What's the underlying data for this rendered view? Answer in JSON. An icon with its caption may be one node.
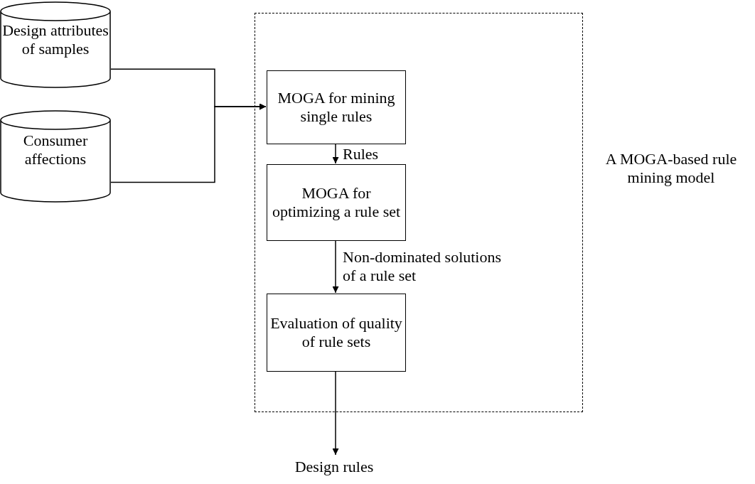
{
  "diagram": {
    "nodes": [
      {
        "text": [
          "Design attributes of samples"
        ]
      },
      {
        "text": [
          "Consumer affections"
        ]
      },
      {
        "text": [
          "A MOGA-based rule mining model"
        ]
      },
      {
        "text": [
          "MOGA for mining single rules"
        ],
        "in": 2
      },
      {
        "text": [
          "MOGA for optimizing a rule set"
        ],
        "in": 2
      },
      {
        "text": [
          "Evaluation of quality of rule sets"
        ],
        "in": 2
      },
      {
        "text": [
          "Design rules"
        ]
      }
    ],
    "edges": [
      {
        "from": 0,
        "to": 3,
        "arrow": "to"
      },
      {
        "from": 1,
        "to": 3,
        "arrow": "to"
      },
      {
        "from": 3,
        "to": 4,
        "arrow": "to",
        "label": "Rules"
      },
      {
        "from": 4,
        "to": 5,
        "arrow": "to",
        "label": "Non-dominated solutions of a rule set"
      },
      {
        "from": 5,
        "to": 6,
        "arrow": "to"
      }
    ]
  }
}
